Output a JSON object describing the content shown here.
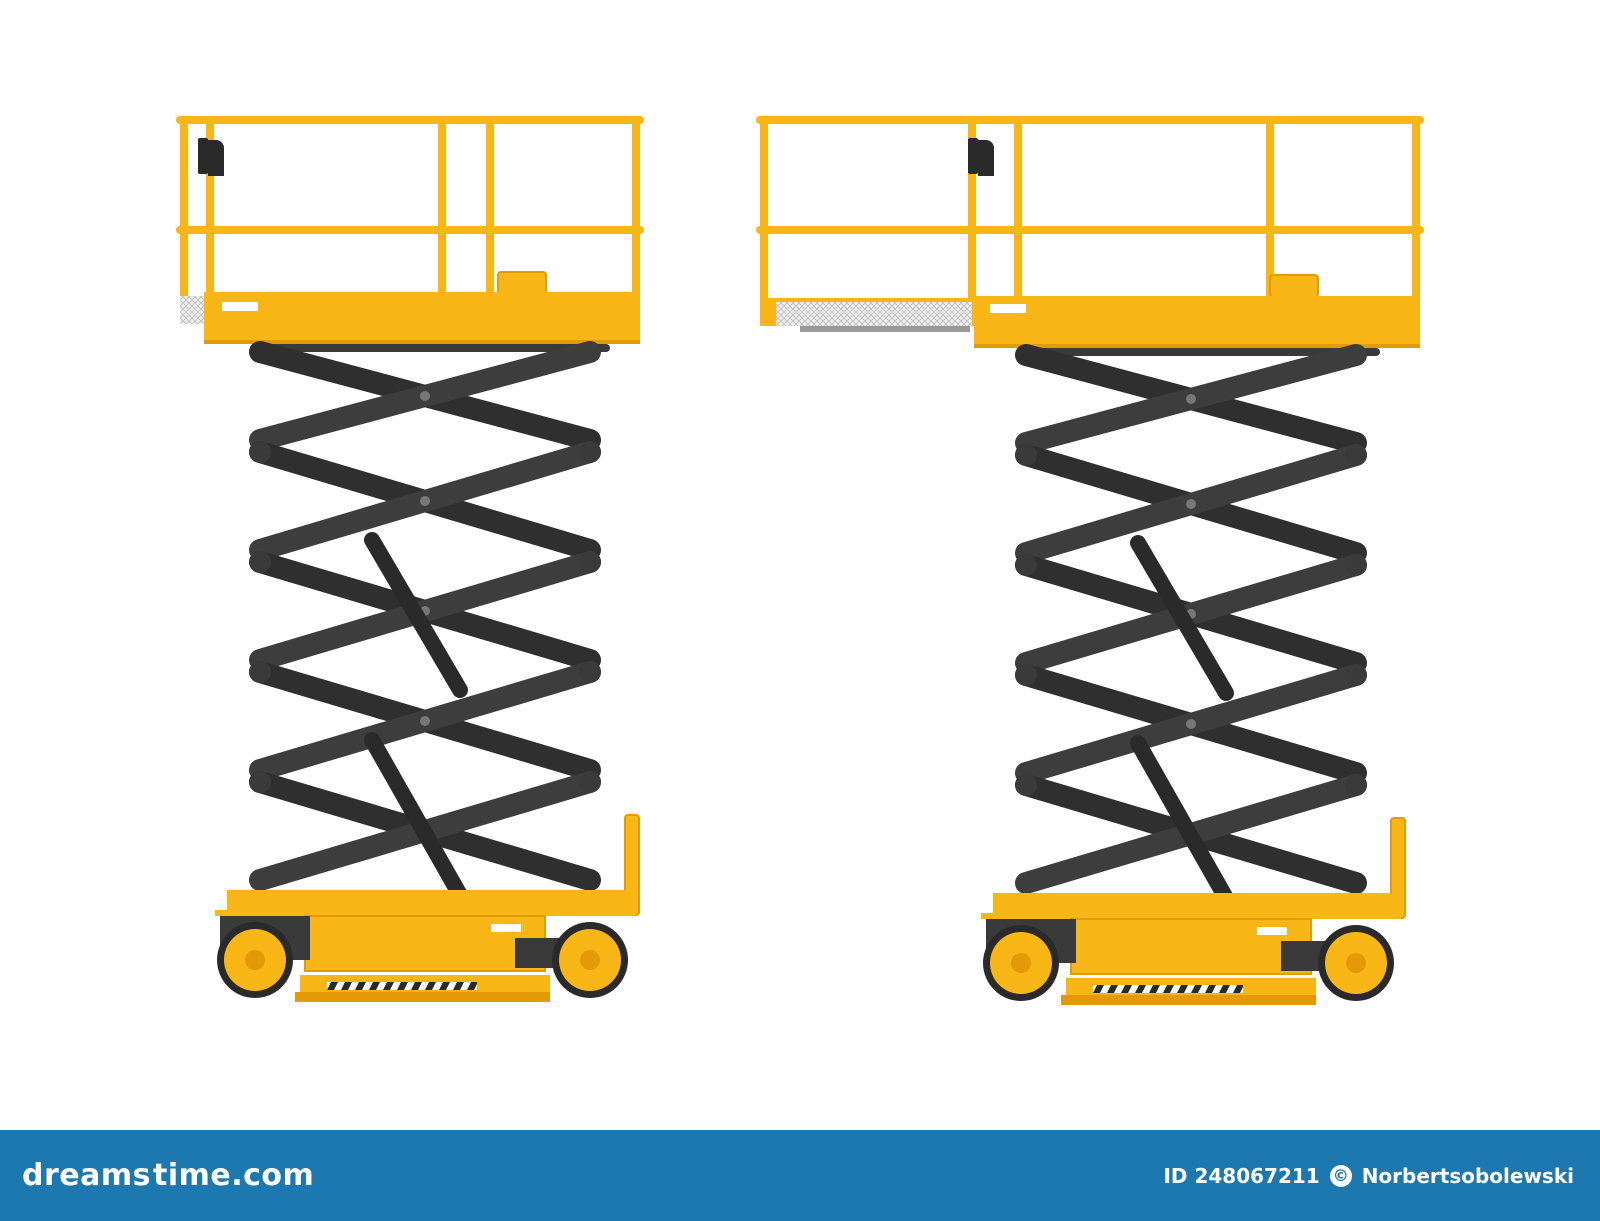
{
  "image": {
    "subject": "yellow-scissor-lift",
    "variants": [
      "retracted-platform",
      "extended-platform"
    ],
    "colors": {
      "body": "#f8b617",
      "body_dark": "#e49a06",
      "scissor_arm": "#3a3a3a",
      "scissor_arm_dark": "#2a2a2a",
      "pin": "#666666",
      "background": "#ffffff",
      "footer": "#1d78b0"
    }
  },
  "footer": {
    "brand_left": "dreams",
    "brand_right": "time.com",
    "id_label": "ID 248067211",
    "author": "Norbertsobolewski",
    "copyright_icon": "copyright-icon"
  }
}
